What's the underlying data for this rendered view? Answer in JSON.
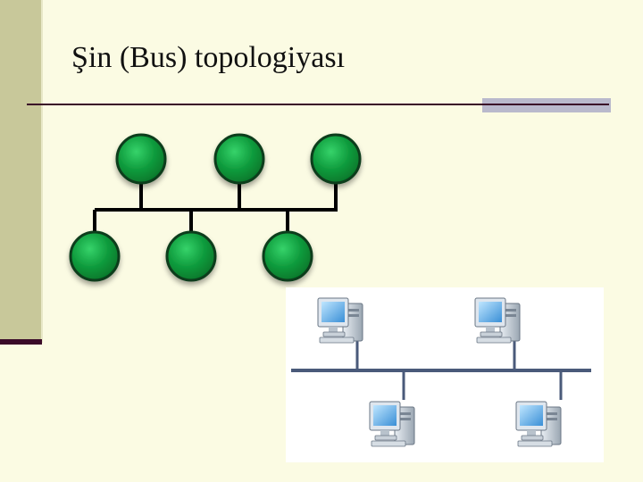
{
  "slide": {
    "title": "Şin (Bus) topologiyası"
  },
  "colors": {
    "background": "#fbfbe3",
    "accent_bar": "#c8c89a",
    "rule": "#3a0a28",
    "rule_highlight": "#b9b9cc",
    "node_fill": "#0e9a3c",
    "node_stroke": "#0a3d1a",
    "bus_line": "#000000",
    "network_line": "#4a5a7a"
  },
  "diagrams": {
    "nodes_diagram": {
      "top_node_count": 3,
      "bottom_node_count": 3,
      "icon": "green-circle-node-icon"
    },
    "computers_diagram": {
      "top_computer_count": 2,
      "bottom_computer_count": 2,
      "icon": "desktop-computer-icon"
    }
  }
}
